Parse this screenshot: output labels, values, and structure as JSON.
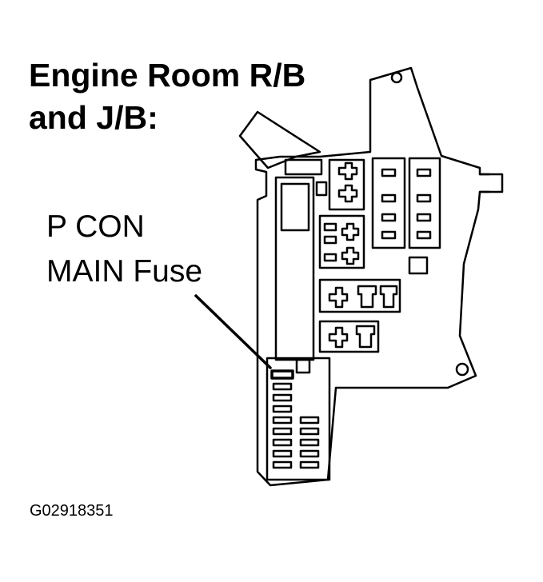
{
  "title": {
    "line1": "Engine Room R/B",
    "line2": "and J/B:"
  },
  "callout": {
    "line1": "P CON",
    "line2": "MAIN Fuse"
  },
  "figure_code": "G02918351",
  "colors": {
    "ink": "#000000",
    "paper": "#ffffff"
  }
}
